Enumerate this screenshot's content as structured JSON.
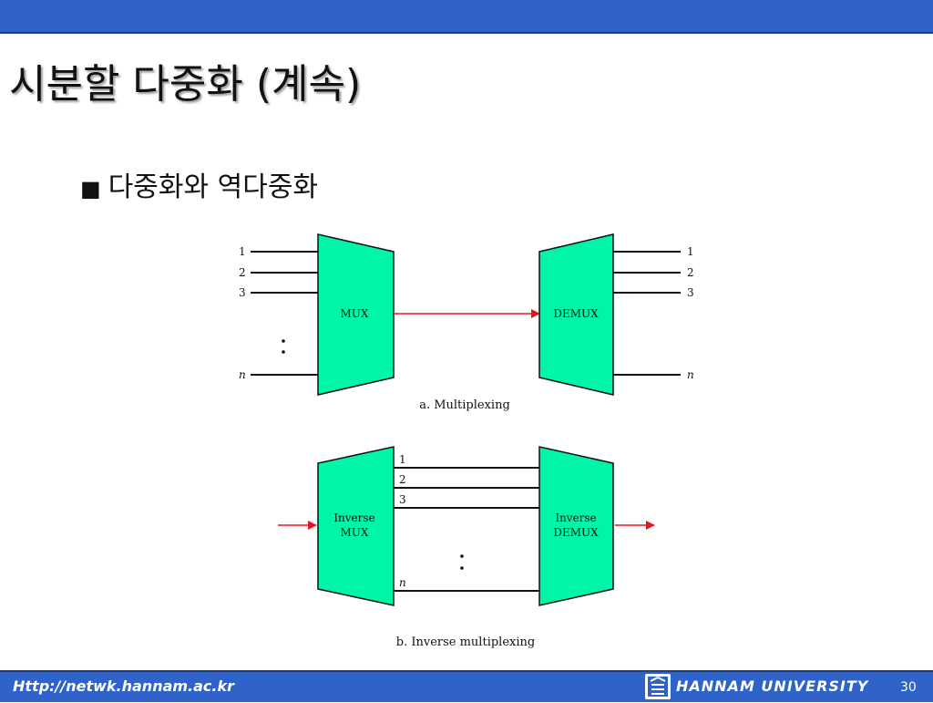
{
  "slide": {
    "title": "시분할 다중화 (계속)",
    "bullet_symbol": "■",
    "bullet_text": "다중화와 역다중화"
  },
  "diagram_a": {
    "mux_label": "MUX",
    "demux_label": "DEMUX",
    "input_labels": [
      "1",
      "2",
      "3",
      "n"
    ],
    "output_labels": [
      "1",
      "2",
      "3",
      "n"
    ],
    "caption": "a. Multiplexing"
  },
  "diagram_b": {
    "inverse_mux_label_1": "Inverse",
    "inverse_mux_label_2": "MUX",
    "inverse_demux_label_1": "Inverse",
    "inverse_demux_label_2": "DEMUX",
    "channel_labels": [
      "1",
      "2",
      "3",
      "n"
    ],
    "caption": "b. Inverse multiplexing"
  },
  "colors": {
    "header_blue": "#2f63c9",
    "device_fill": "#00f5a8",
    "arrow_red": "#e8141b"
  },
  "footer": {
    "url": "Http://netwk.hannam.ac.kr",
    "university": "HANNAM UNIVERSITY",
    "page_number": "30"
  }
}
